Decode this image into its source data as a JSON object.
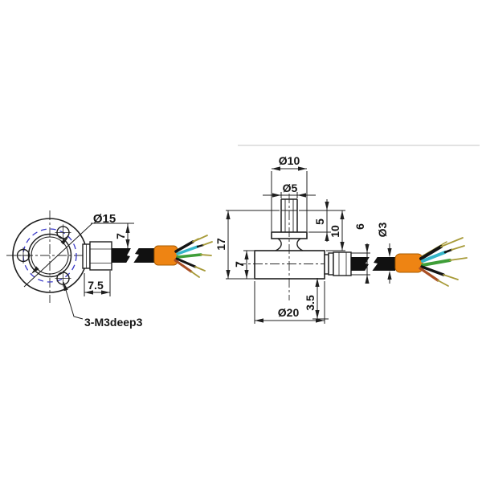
{
  "page": {
    "background": "#ffffff",
    "description": "Two-view dimension drawing of a miniature flange load cell with cable"
  },
  "front_view": {
    "labels": {
      "bolt_circle_diameter": "Ø15",
      "dim_7": "7",
      "dim_7_5": "7.5",
      "thread_note": "3-M3deep3"
    }
  },
  "side_view": {
    "labels": {
      "dim_phi10": "Ø10",
      "dim_phi5": "Ø5",
      "dim_5": "5",
      "dim_10": "10",
      "dim_6": "6",
      "dim_phi3": "Ø3",
      "dim_17": "17",
      "dim_7": "7",
      "dim_3_5": "3.5",
      "dim_phi20": "Ø20"
    }
  },
  "colors": {
    "line": "#1f1f1f",
    "bolt_circle_blue": "#3939c8",
    "sleeve_orange": "#ee8413",
    "sleeve_border": "#a85c00",
    "wire_cyan": "#35b6c9",
    "wire_green": "#3f9e38",
    "wire_brown": "#aa4f24",
    "wire_black": "#141414",
    "wire_tip_olive": "#a79a38",
    "page_rule_gray": "#d9d9d9"
  }
}
